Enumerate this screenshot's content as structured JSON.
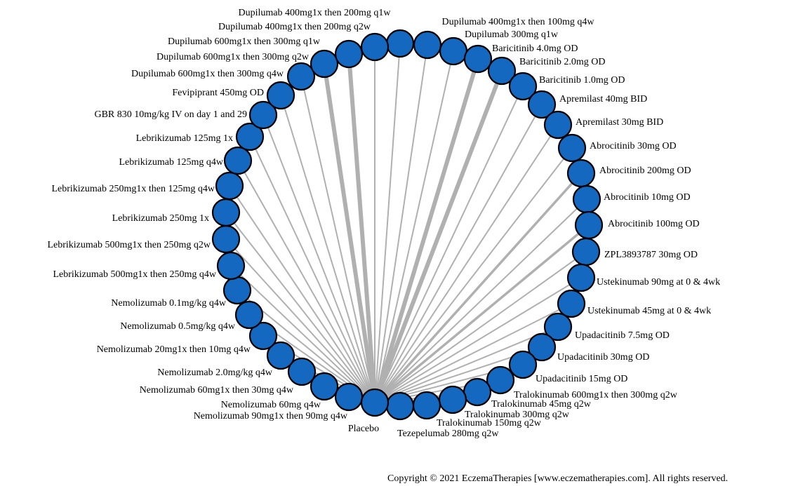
{
  "colors": {
    "node_fill": "#1468bf",
    "node_stroke": "#000000",
    "edge": "#b0b0b0",
    "text": "#000000"
  },
  "hub": "Placebo",
  "treatments": [
    {
      "label": "Dupilumab 400mg1x then 200mg q1w",
      "weight": "thin"
    },
    {
      "label": "Dupilumab 400mg1x then 100mg q4w",
      "weight": "thin"
    },
    {
      "label": "Dupilumab 300mg q1w",
      "weight": "thin"
    },
    {
      "label": "Baricitinib 4.0mg OD",
      "weight": "thick"
    },
    {
      "label": "Baricitinib 2.0mg OD",
      "weight": "thick"
    },
    {
      "label": "Baricitinib 1.0mg OD",
      "weight": "thin"
    },
    {
      "label": "Apremilast 40mg BID",
      "weight": "thin"
    },
    {
      "label": "Apremilast 30mg BID",
      "weight": "thin"
    },
    {
      "label": "Abrocitinib 30mg OD",
      "weight": "thin"
    },
    {
      "label": "Abrocitinib 200mg OD",
      "weight": "medium"
    },
    {
      "label": "Abrocitinib 10mg OD",
      "weight": "thin"
    },
    {
      "label": "Abrocitinib 100mg OD",
      "weight": "medium"
    },
    {
      "label": "ZPL3893787 30mg OD",
      "weight": "thin"
    },
    {
      "label": "Ustekinumab 90mg at 0 & 4wk",
      "weight": "thin"
    },
    {
      "label": "Ustekinumab 45mg at 0 & 4wk",
      "weight": "thin"
    },
    {
      "label": "Upadacitinib 7.5mg OD",
      "weight": "thin"
    },
    {
      "label": "Upadacitinib 30mg OD",
      "weight": "thin"
    },
    {
      "label": "Upadacitinib 15mg OD",
      "weight": "thin"
    },
    {
      "label": "Tralokinumab 600mg1x then 300mg q2w",
      "weight": "thin"
    },
    {
      "label": "Tralokinumab 45mg q2w",
      "weight": "thin"
    },
    {
      "label": "Tralokinumab 300mg q2w",
      "weight": "thin"
    },
    {
      "label": "Tralokinumab 150mg q2w",
      "weight": "thin"
    },
    {
      "label": "Tezepelumab 280mg q2w",
      "weight": "thin"
    },
    {
      "label": "Nemolizumab 90mg1x then 90mg q4w",
      "weight": "thin"
    },
    {
      "label": "Nemolizumab 60mg q4w",
      "weight": "thin"
    },
    {
      "label": "Nemolizumab 60mg1x then 30mg q4w",
      "weight": "thin"
    },
    {
      "label": "Nemolizumab 2.0mg/kg q4w",
      "weight": "thin"
    },
    {
      "label": "Nemolizumab 20mg1x then 10mg q4w",
      "weight": "thin"
    },
    {
      "label": "Nemolizumab 0.5mg/kg q4w",
      "weight": "thin"
    },
    {
      "label": "Nemolizumab 0.1mg/kg q4w",
      "weight": "thin"
    },
    {
      "label": "Lebrikizumab 500mg1x then 250mg q4w",
      "weight": "thin"
    },
    {
      "label": "Lebrikizumab 500mg1x then 250mg q2w",
      "weight": "thin"
    },
    {
      "label": "Lebrikizumab 250mg 1x",
      "weight": "thin"
    },
    {
      "label": "Lebrikizumab 250mg1x then 125mg q4w",
      "weight": "thin"
    },
    {
      "label": "Lebrikizumab 125mg q4w",
      "weight": "thin"
    },
    {
      "label": "Lebrikizumab 125mg 1x",
      "weight": "thin"
    },
    {
      "label": "GBR 830 10mg/kg IV on day 1 and 29",
      "weight": "thin"
    },
    {
      "label": "Fevipiprant 450mg OD",
      "weight": "thin"
    },
    {
      "label": "Dupilumab 600mg1x then 300mg q4w",
      "weight": "thin"
    },
    {
      "label": "Dupilumab 600mg1x then 300mg q2w",
      "weight": "thick"
    },
    {
      "label": "Dupilumab 600mg1x then 300mg q1w",
      "weight": "thick"
    },
    {
      "label": "Dupilumab 400mg1x then 200mg q2w",
      "weight": "thin"
    }
  ],
  "copyright": "Copyright © 2021 EczemaTherapies [www.eczematherapies.com]. All rights reserved."
}
